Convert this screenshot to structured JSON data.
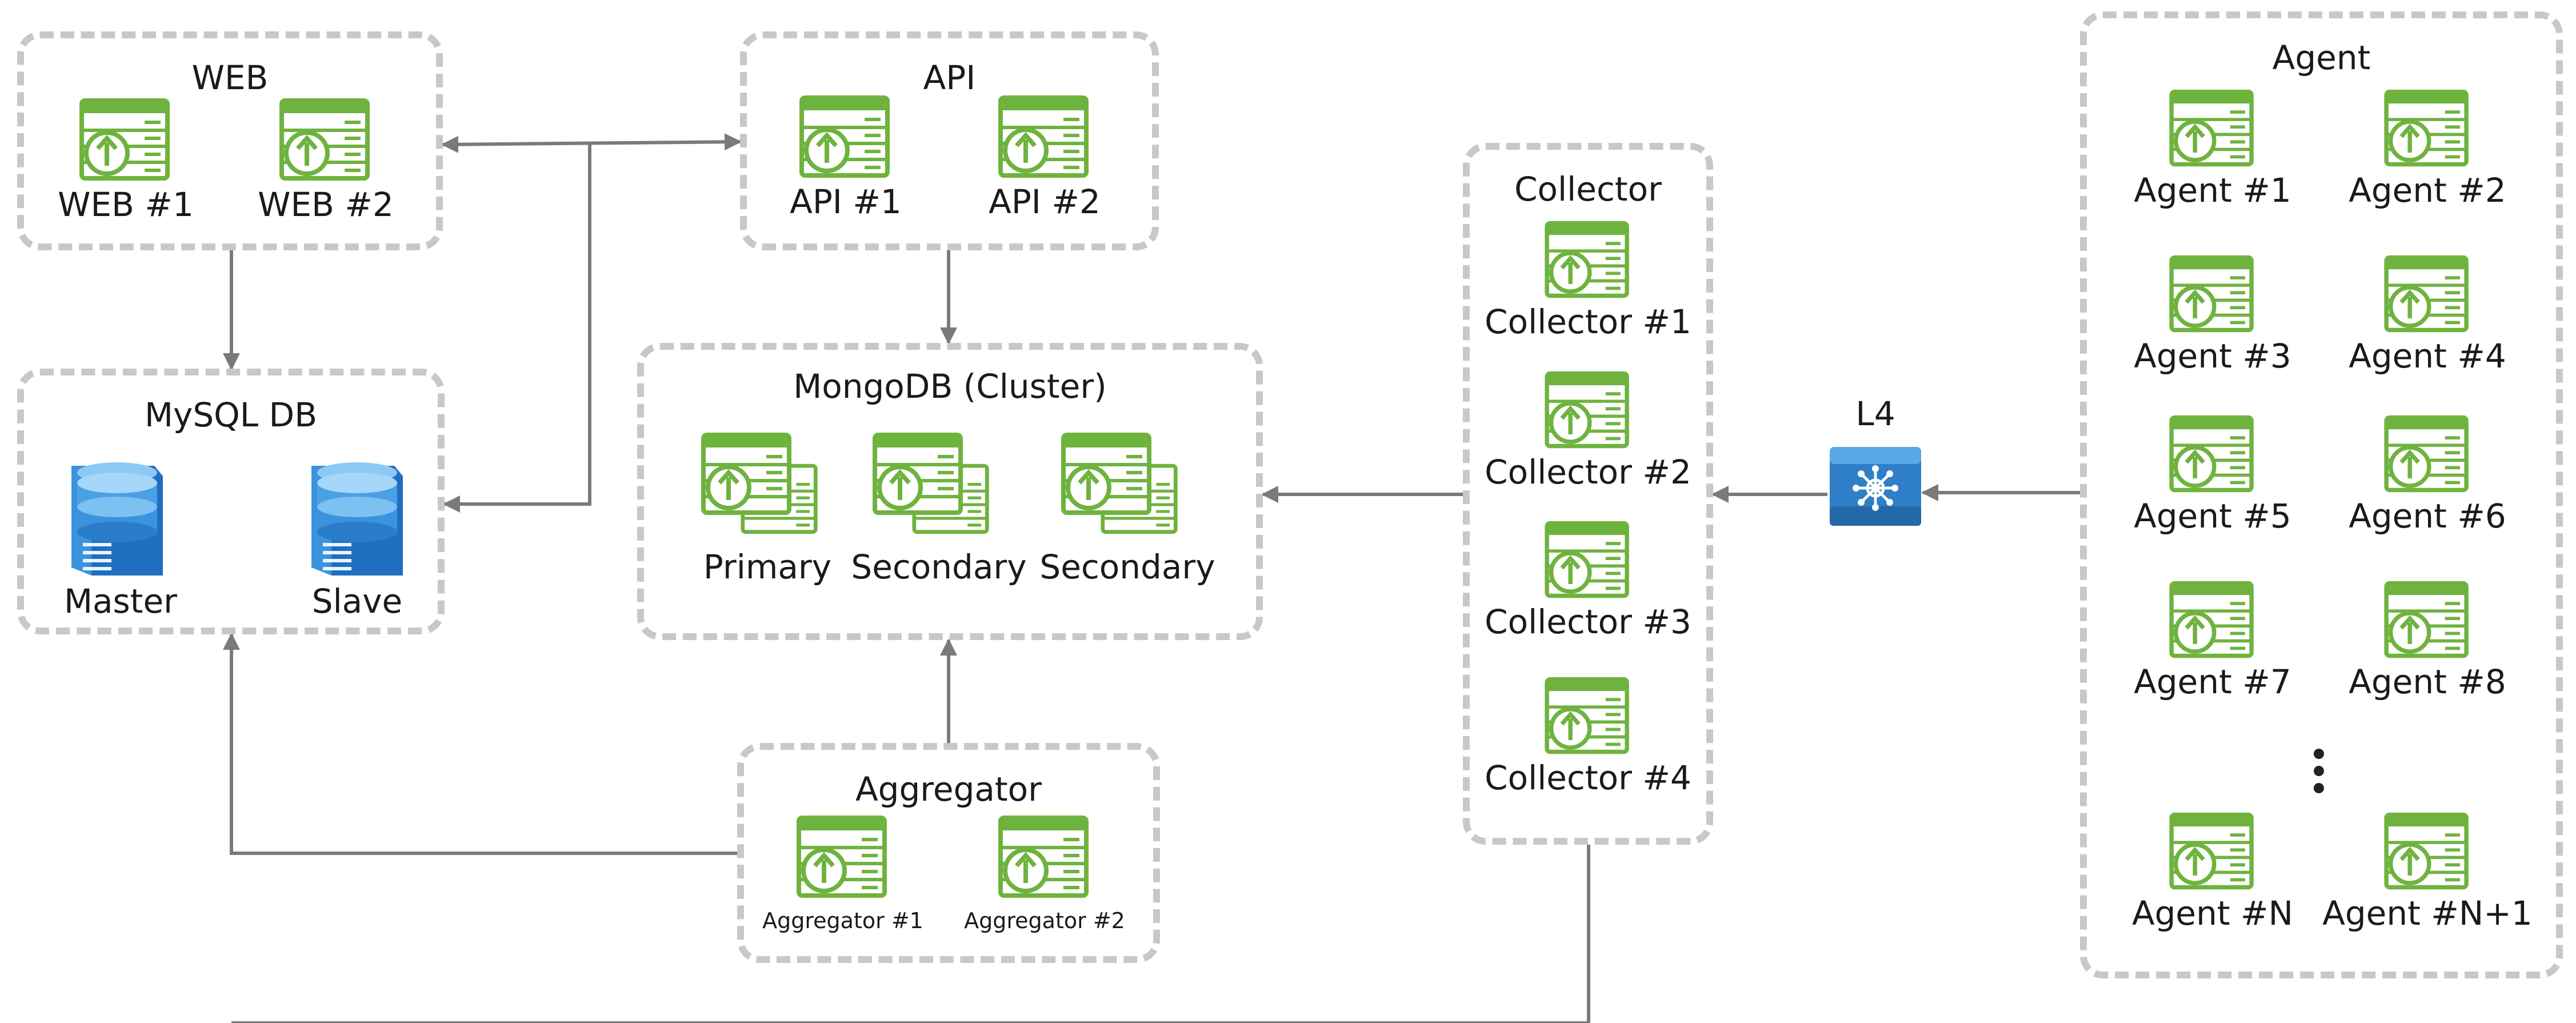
{
  "groups": {
    "web": {
      "title": "WEB",
      "nodes": [
        "WEB #1",
        "WEB #2"
      ]
    },
    "api": {
      "title": "API",
      "nodes": [
        "API #1",
        "API #2"
      ]
    },
    "mysql": {
      "title": "MySQL DB",
      "nodes": [
        "Master",
        "Slave"
      ]
    },
    "mongodb": {
      "title": "MongoDB (Cluster)",
      "nodes": [
        "Primary",
        "Secondary",
        "Secondary"
      ]
    },
    "aggregator": {
      "title": "Aggregator",
      "nodes": [
        "Aggregator #1",
        "Aggregator #2"
      ]
    },
    "collector": {
      "title": "Collector",
      "nodes": [
        "Collector #1",
        "Collector #2",
        "Collector #3",
        "Collector #4"
      ]
    },
    "agent": {
      "title": "Agent",
      "nodes": [
        "Agent #1",
        "Agent #2",
        "Agent #3",
        "Agent #4",
        "Agent #5",
        "Agent #6",
        "Agent #7",
        "Agent #8",
        "Agent #N",
        "Agent #N+1"
      ]
    }
  },
  "l4": {
    "label": "L4"
  },
  "colors": {
    "server_icon": "#6fb33f",
    "db_icon": "#2a7fcf",
    "connector": "#7a7a7a",
    "group_border": "#c8c8c8",
    "l4_icon": "#2f7ec8"
  }
}
